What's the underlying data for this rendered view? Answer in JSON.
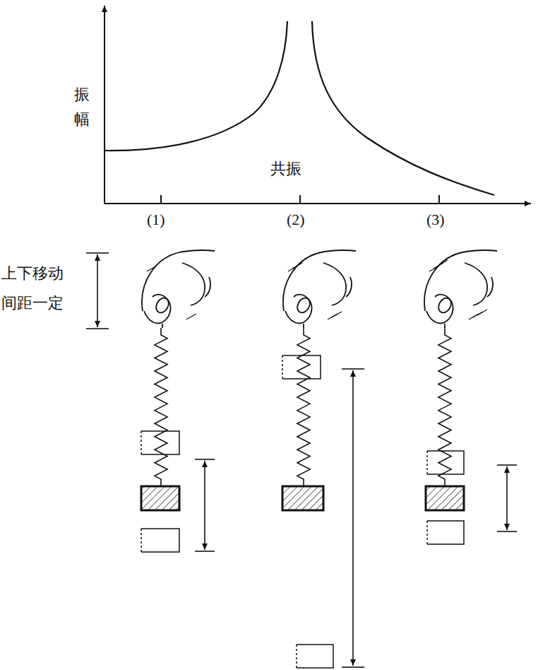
{
  "diagram": {
    "labels": [
      "振幅",
      "共振",
      "(1)",
      "(2)",
      "(3)",
      "上下移动 间距一定"
    ]
  }
}
